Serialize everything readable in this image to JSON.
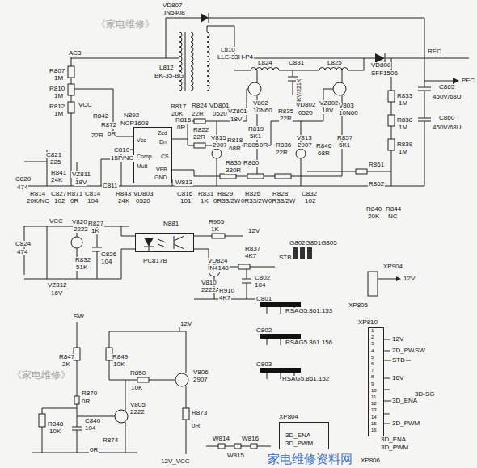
{
  "diagram": {
    "nodes": [
      {
        "text": [
          "N892",
          "NCP1608",
          "Zcd",
          "Vcc",
          "Dn",
          "Comp",
          "Mult",
          "GND",
          "VFB",
          "CS"
        ]
      },
      {
        "text": [
          "N881",
          "PC817B"
        ]
      },
      {
        "text": [
          "XP810"
        ]
      },
      {
        "text": [
          "XP804"
        ]
      }
    ],
    "labels": [
      "VD807",
      "IN5408",
      "AC3",
      "REC",
      "L812",
      "BK-35-BG",
      "L810",
      "LLE-33H-P4",
      "VD808",
      "SFF1506",
      "PFC",
      "L824",
      "C831",
      "3KV/221K",
      "L825",
      "R833",
      "1M",
      "C865",
      "450V/68U",
      "R838",
      "1M",
      "C860",
      "450V/68U",
      "R839",
      "1M",
      "R807",
      "1M",
      "R810",
      "1M",
      "R812",
      "1M",
      "VCC",
      "R842",
      "22R",
      "R872",
      "0R",
      "R817",
      "20K",
      "R815",
      "0R",
      "R824",
      "22R",
      "VD801",
      "0520",
      "VZ801",
      "18V",
      "V802",
      "10N60",
      "R822",
      "22R",
      "V815",
      "2907",
      "R819",
      "5K1",
      "R818",
      "68R",
      "R805",
      "0R",
      "R835",
      "22R",
      "VD802",
      "0520",
      "VZ802",
      "18V",
      "V803",
      "10N60",
      "R836",
      "22R",
      "V813",
      "2907",
      "R846",
      "68R",
      "R857",
      "5K1",
      "C821",
      "225",
      "R841",
      "24K",
      "C820",
      "474",
      "R814",
      "20K/NC",
      "C827",
      "102",
      "R871",
      "0R",
      "C814",
      "104",
      "C811",
      "C810",
      "15P/NC",
      "VZ811",
      "18V",
      "R843",
      "24K",
      "VD803",
      "0520",
      "C816",
      "101",
      "W813",
      "R830",
      "330R",
      "R860",
      "R831",
      "1K",
      "R829",
      "0R33/2W",
      "R826",
      "0R33/2W",
      "R828",
      "0R33/2W",
      "C832",
      "102",
      "R861",
      "R862",
      "R840",
      "20K",
      "R844",
      "NC",
      "VCC",
      "V820",
      "2222",
      "R827",
      "1K",
      "R905",
      "1K",
      "12V",
      "C824",
      "474",
      "R832",
      "51K",
      "C826",
      "104",
      "VZ812",
      "16V",
      "VD824",
      "IN4148",
      "R837",
      "4K7",
      "STB",
      "V810",
      "2222A",
      "C802",
      "104",
      "R910",
      "4K7",
      "G802G801G805",
      "XP904",
      "12V",
      "XP805",
      "C801",
      "RSAG5.861.153",
      "C802",
      "RSAG5.861.156",
      "C803",
      "RSAG5.861.152",
      "12V",
      "2D_PWM",
      "SW",
      "STB",
      "16V",
      "3D-SG",
      "3D_ENA",
      "3D_PWM",
      "1",
      "2",
      "3",
      "4",
      "5",
      "6",
      "7",
      "8",
      "9",
      "10",
      "11",
      "12",
      "13",
      "14",
      "15",
      "16",
      "SW",
      "12V",
      "R847",
      "2K",
      "R849",
      "10K",
      "R850",
      "10K",
      "V806",
      "2907",
      "R870",
      "0R",
      "V805",
      "2222",
      "R848",
      "10K",
      "C840",
      "104",
      "R874",
      "0R",
      "R873",
      "0R",
      "12V_VCC",
      "W814",
      "W816",
      "W815",
      "3D_ENA",
      "3D_PWM",
      "XP806",
      "3D_ENA",
      "3D_PWM",
      "《家电维修》",
      "《家电维修》",
      "家电维修资料网"
    ]
  }
}
